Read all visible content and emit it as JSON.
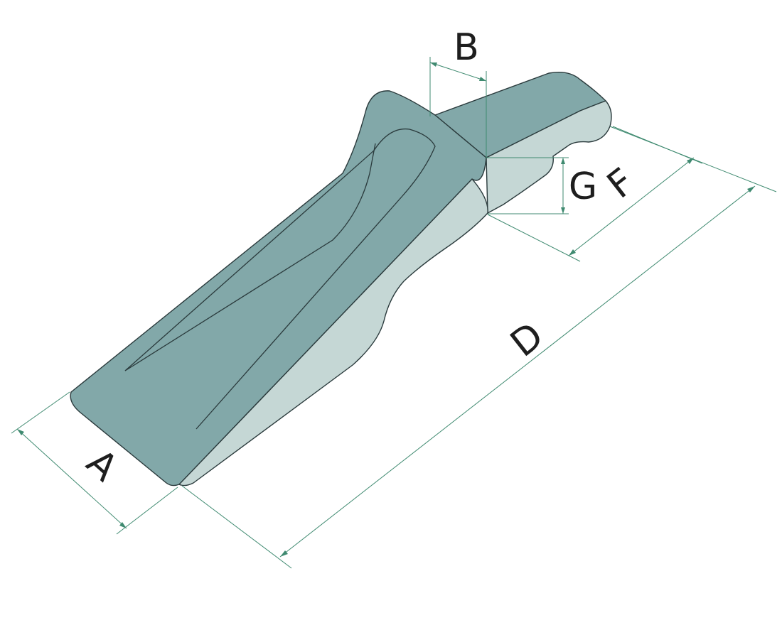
{
  "colors": {
    "top_face": "#82a8a9",
    "side_face": "#c5d7d5",
    "outline": "#2a3a3c",
    "dimension_line": "#3f8a70",
    "label": "#1e1e1e",
    "background": "#ffffff"
  },
  "labels": {
    "A": "A",
    "B": "B",
    "D": "D",
    "F": "F",
    "G": "G"
  }
}
